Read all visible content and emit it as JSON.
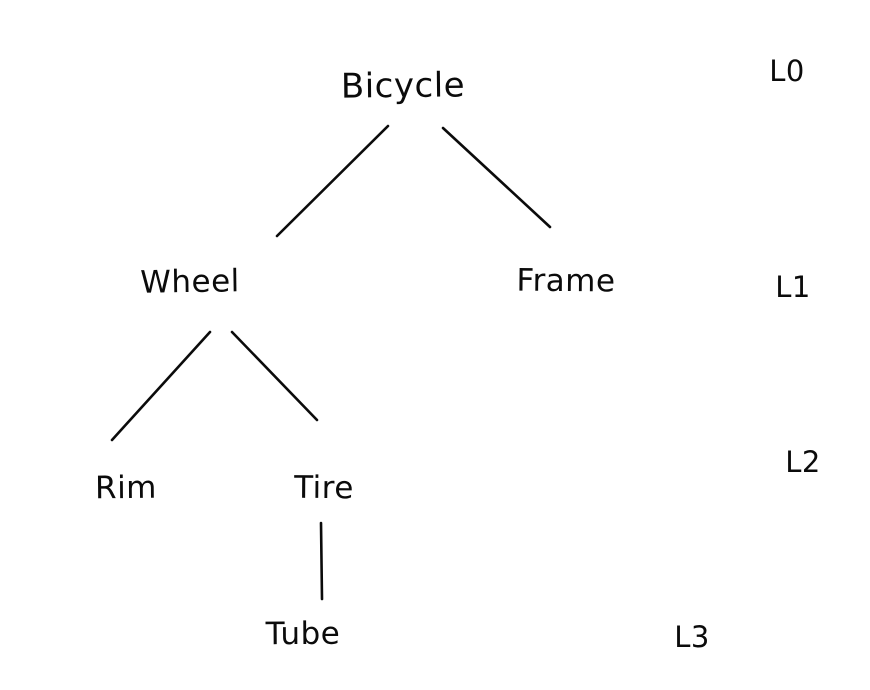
{
  "diagram": {
    "type": "tree",
    "nodes": [
      {
        "id": "bicycle",
        "label": "Bicycle",
        "level": 0,
        "parent": null
      },
      {
        "id": "wheel",
        "label": "Wheel",
        "level": 1,
        "parent": "bicycle"
      },
      {
        "id": "frame",
        "label": "Frame",
        "level": 1,
        "parent": "bicycle"
      },
      {
        "id": "rim",
        "label": "Rim",
        "level": 2,
        "parent": "wheel"
      },
      {
        "id": "tire",
        "label": "Tire",
        "level": 2,
        "parent": "wheel"
      },
      {
        "id": "tube",
        "label": "Tube",
        "level": 3,
        "parent": "tire"
      }
    ],
    "edges": [
      {
        "from": "Bicycle",
        "to": "Wheel"
      },
      {
        "from": "Bicycle",
        "to": "Frame"
      },
      {
        "from": "Wheel",
        "to": "Rim"
      },
      {
        "from": "Wheel",
        "to": "Tire"
      },
      {
        "from": "Tire",
        "to": "Tube"
      }
    ],
    "level_labels": [
      {
        "label": "L0"
      },
      {
        "label": "L1"
      },
      {
        "label": "L2"
      },
      {
        "label": "L3"
      }
    ]
  },
  "colors": {
    "ink": "#0b0b0b",
    "background": "#ffffff"
  }
}
